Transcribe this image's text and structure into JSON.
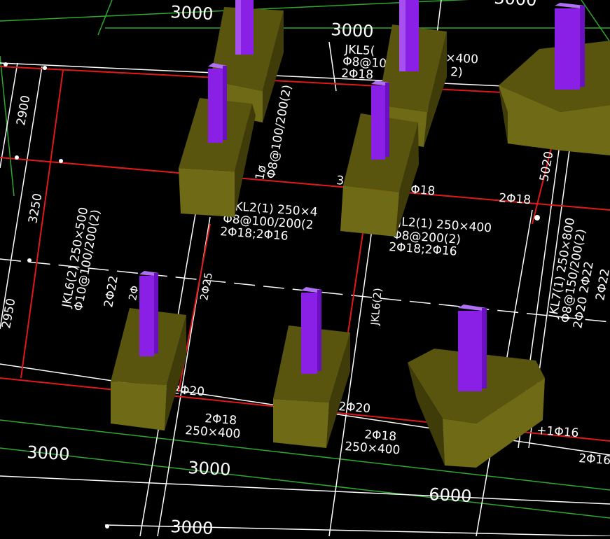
{
  "colors": {
    "background": "#000000",
    "grid_white": "#ffffff",
    "beam_red": "#e01818",
    "axis_green": "#2ea82e",
    "column_purple": "#8a1fe6",
    "footing_olive": "#6f6a16"
  },
  "dimensions": {
    "top_left": "3000",
    "top_mid": "3000",
    "top_right_partial": "3000",
    "left_upper": "2900",
    "left_mid": "3250",
    "left_lower": "2950",
    "right_side": "5020",
    "bottom_left": "3000",
    "bottom_mid": "3000",
    "bottom_right": "6000",
    "bottom_low": "3000"
  },
  "annotations": {
    "jkl5_name": "JKL5(",
    "jkl5_size": "×400",
    "jkl5_stirrup": "Φ8@10",
    "jkl5_bars": "2Φ18",
    "jkl5_bars_tail": "2)",
    "vert_stirrup": "Φ8@100/200(2)",
    "vert_prefix": "1ø",
    "jkl2a_name": "JKL2(1) 250×4",
    "jkl2a_stirrup": "Φ8@100/200(2",
    "jkl2a_bars": "2Φ18;2Φ16",
    "jkl2b_name": "JL2(1) 250×400",
    "jkl2b_stirrup": "Φ8@200(2)",
    "jkl2b_bars": "2Φ18;2Φ16",
    "right_bar": "2Φ18",
    "mid_bar": "3",
    "right_bar2": "Φ18",
    "jkl6_name": "JKL6(2) 250×500",
    "jkl6_stirrup": "Φ10@100/200(2)",
    "jkl6_bars": "2Φ22",
    "jkl6_tail": "2Φ",
    "small_2phi25": "2Φ25",
    "jkl6_short": "JKL6(2)",
    "jkl7_name": "JKL7(1) 250×800",
    "jkl7_stirrup": "Φ8@150/200(2)",
    "jkl7_bars": "2Φ22",
    "jkl7_bars2": "2Φ20 2Φ22",
    "beam_a_top": "2Φ20",
    "beam_a_bars": "2Φ18",
    "beam_a_size": "250×400",
    "beam_b_top": "2Φ20",
    "beam_b_bars": "2Φ18",
    "beam_b_size": "250×400",
    "beam_c": "+1Φ16",
    "beam_d": "2Φ16"
  }
}
